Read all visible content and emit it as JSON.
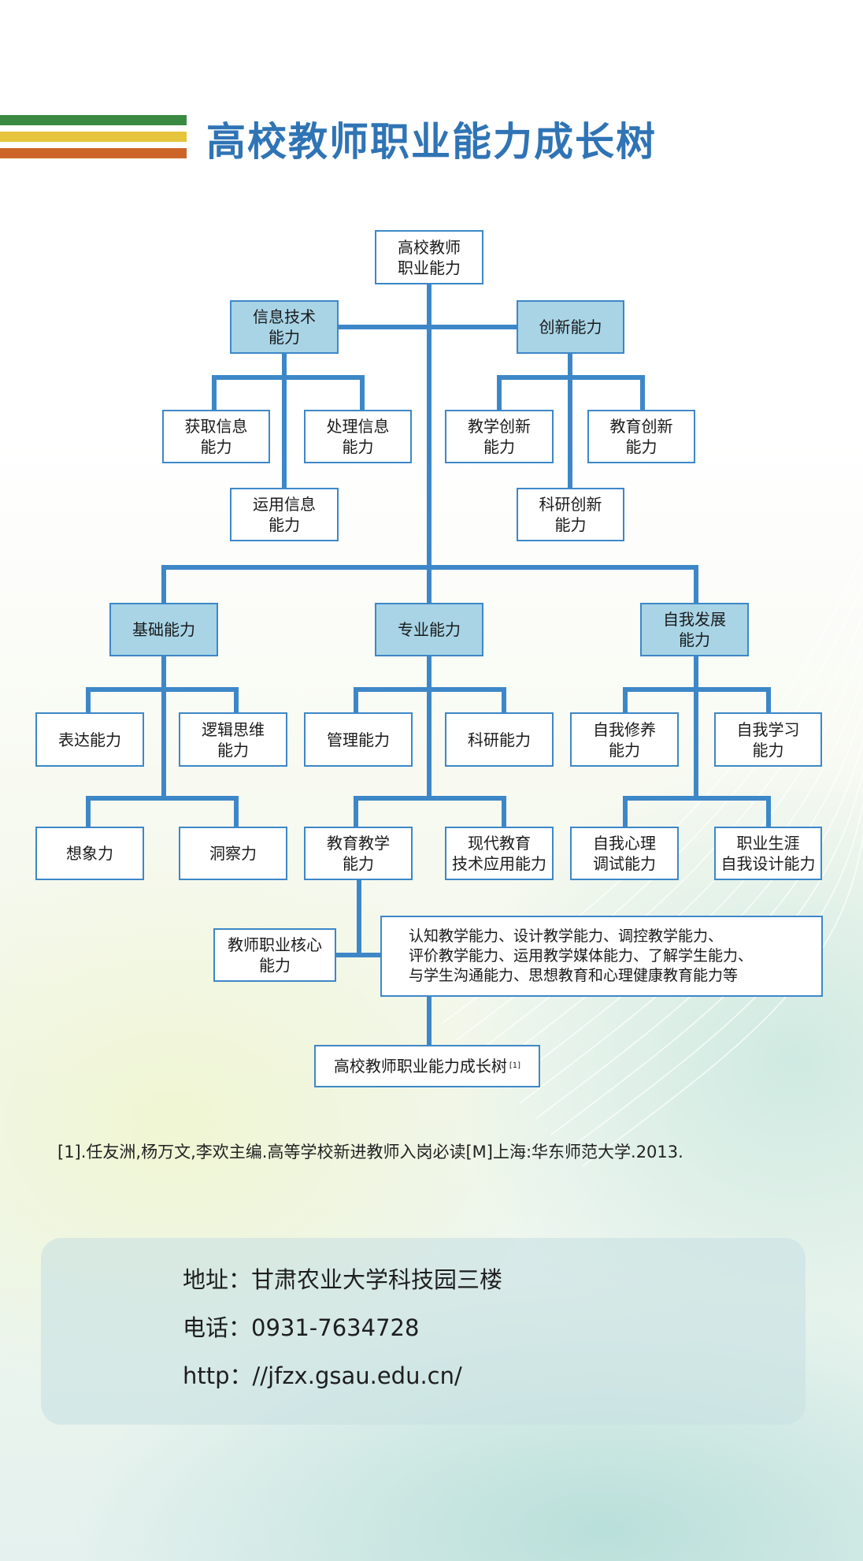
{
  "header": {
    "title": "高校教师职业能力成长树",
    "stripe_colors": [
      "#3a8a42",
      "#e6c43c",
      "#cc6428"
    ]
  },
  "colors": {
    "line": "#3d87c8",
    "box_fill_primary": "#a8d4e6",
    "box_fill_secondary": "#ffffff"
  },
  "tree": {
    "root": "高校教师\n职业能力",
    "info_tech": "信息技术\n能力",
    "innovation": "创新能力",
    "acquire_info": "获取信息\n能力",
    "process_info": "处理信息\n能力",
    "use_info": "运用信息\n能力",
    "teaching_innovation": "教学创新\n能力",
    "education_innovation": "教育创新\n能力",
    "research_innovation": "科研创新\n能力",
    "basic": "基础能力",
    "professional": "专业能力",
    "self_dev": "自我发展\n能力",
    "expression": "表达能力",
    "logic": "逻辑思维\n能力",
    "management": "管理能力",
    "research": "科研能力",
    "self_cultivation": "自我修养\n能力",
    "self_learning": "自我学习\n能力",
    "imagination": "想象力",
    "insight": "洞察力",
    "education_teaching": "教育教学\n能力",
    "modern_edu_tech": "现代教育\n技术应用能力",
    "self_psych": "自我心理\n调试能力",
    "career": "职业生涯\n自我设计能力",
    "core": "教师职业核心\n能力",
    "core_detail": "认知教学能力、设计教学能力、调控教学能力、\n评价教学能力、运用教学媒体能力、了解学生能力、\n与学生沟通能力、思想教育和心理健康教育能力等",
    "caption": "高校教师职业能力成长树",
    "caption_ref": "[1]"
  },
  "reference": "[1].任友洲,杨万文,李欢主编.高等学校新进教师入岗必读[M]上海:华东师范大学.2013.",
  "contact": {
    "address": "地址：甘肃农业大学科技园三楼",
    "phone": "电话：0931-7634728",
    "url": "http：//jfzx.gsau.edu.cn/"
  }
}
